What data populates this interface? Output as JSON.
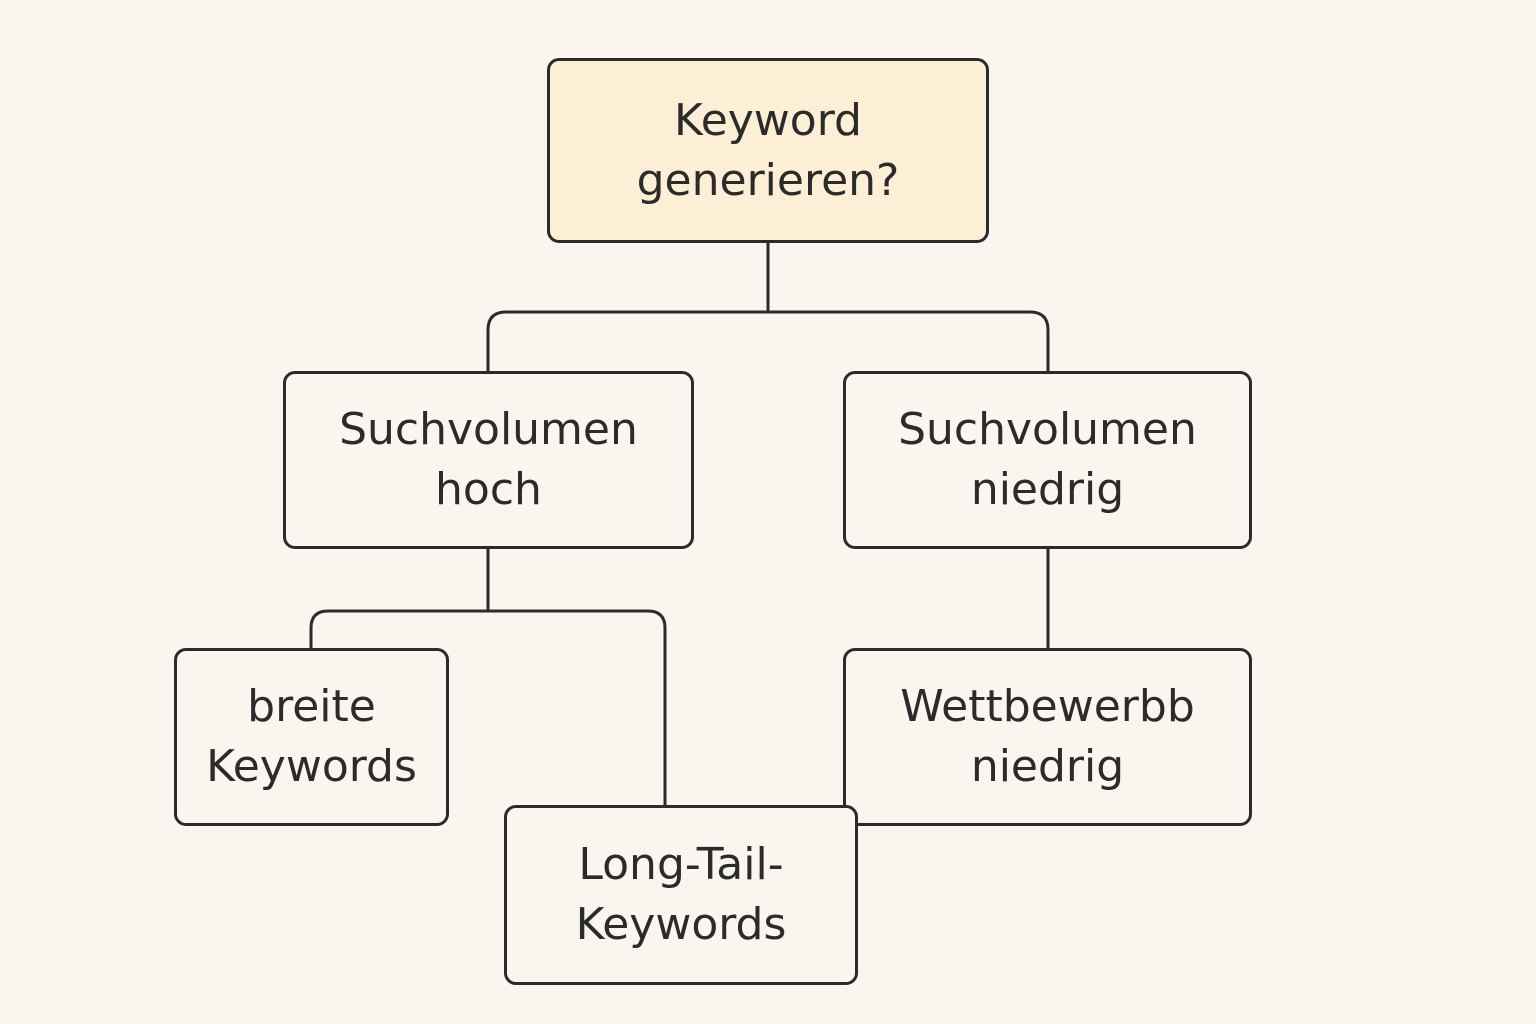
{
  "diagram": {
    "nodes": {
      "root": {
        "lines": [
          "Keyword",
          "generieren?"
        ],
        "fill": "#fdefd6"
      },
      "high_volume": {
        "lines": [
          "Suchvolumen",
          "hoch"
        ]
      },
      "low_volume": {
        "lines": [
          "Suchvolumen",
          "niedrig"
        ]
      },
      "broad_keywords": {
        "lines": [
          "breite",
          "Keywords"
        ]
      },
      "low_competition": {
        "lines": [
          "Wettbewerbb",
          "niedrig"
        ]
      },
      "long_tail": {
        "lines": [
          "Long-Tail-",
          "Keywords"
        ]
      }
    },
    "edges": [
      {
        "from": "root",
        "to": "high_volume"
      },
      {
        "from": "root",
        "to": "low_volume"
      },
      {
        "from": "high_volume",
        "to": "broad_keywords"
      },
      {
        "from": "high_volume",
        "to": "long_tail"
      },
      {
        "from": "low_volume",
        "to": "low_competition"
      }
    ],
    "colors": {
      "background": "#faf6ef",
      "stroke": "#2b2b2b",
      "root_fill": "#fdefd6"
    }
  }
}
